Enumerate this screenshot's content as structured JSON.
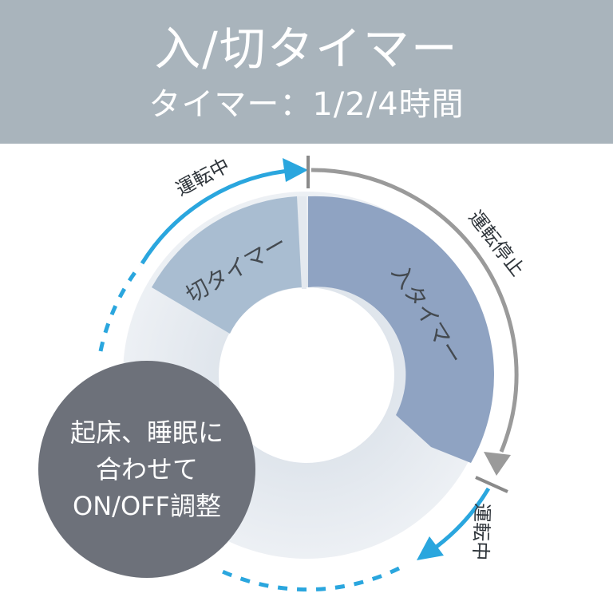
{
  "header": {
    "title": "入/切タイマー",
    "subtitle": "タイマー：1/2/4時間"
  },
  "ring": {
    "on_timer_label": "入タイマー",
    "off_timer_label": "切タイマー"
  },
  "arrows": {
    "running_top": "運転中",
    "stopped": "運転停止",
    "running_bottom": "運転中"
  },
  "badge": {
    "line1": "起床、睡眠に",
    "line2": "合わせて",
    "line3": "ON/OFF調整"
  },
  "colors": {
    "header_bg": "#a9b4bc",
    "on_timer": "#8fa3c2",
    "off_timer": "#a9bdd1",
    "running_arrow": "#2aa6de",
    "stopped_arrow": "#9a9a9a",
    "badge_bg": "#6d717a"
  }
}
